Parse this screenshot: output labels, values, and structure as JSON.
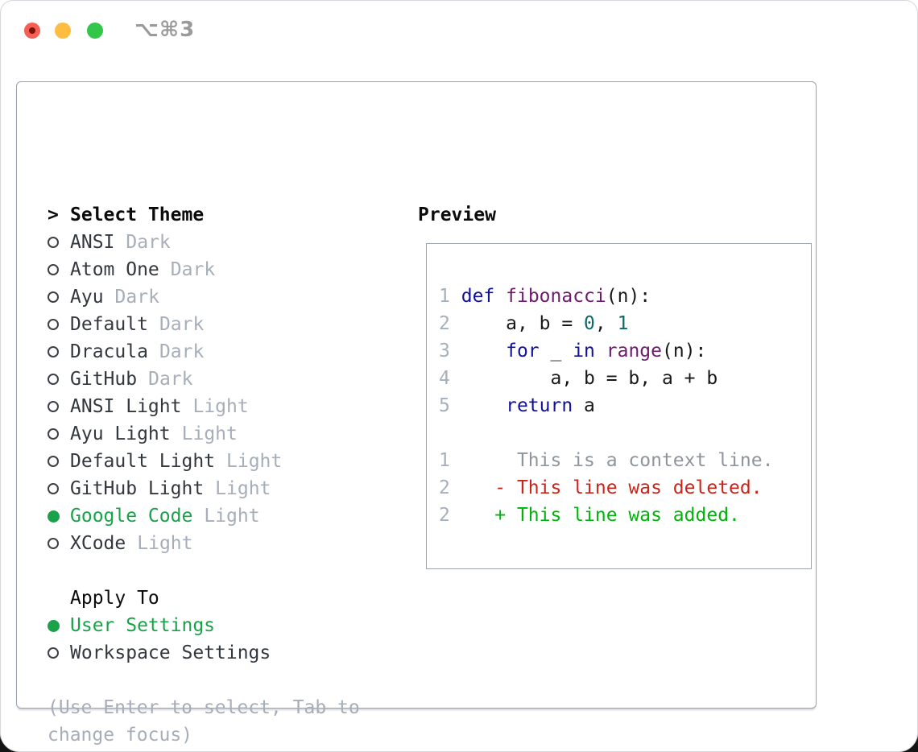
{
  "window": {
    "title": "⌥⌘3"
  },
  "colors": {
    "accent_green": "#1aa24a",
    "diff_added": "#00b40a",
    "diff_deleted": "#c9251a",
    "kw": "#10109c",
    "fn": "#6e1a6e",
    "lit": "#0e6969",
    "plain": "#17181a",
    "muted": "#a6aeb9",
    "lineno": "#a6b0bc",
    "context": "#8f959c",
    "border": "#9aa3ae",
    "text": "#33373e",
    "header": "#0b0b0b",
    "title_gray": "#9a9a9a",
    "tl_red": "#f46053",
    "tl_yellow": "#fcbd40",
    "tl_green": "#32c748"
  },
  "theme_list": {
    "header_marker": ">",
    "header": "Select Theme",
    "items": [
      {
        "label": "ANSI",
        "variant": "Dark",
        "selected": false
      },
      {
        "label": "Atom One",
        "variant": "Dark",
        "selected": false
      },
      {
        "label": "Ayu",
        "variant": "Dark",
        "selected": false
      },
      {
        "label": "Default",
        "variant": "Dark",
        "selected": false
      },
      {
        "label": "Dracula",
        "variant": "Dark",
        "selected": false
      },
      {
        "label": "GitHub",
        "variant": "Dark",
        "selected": false
      },
      {
        "label": "ANSI Light",
        "variant": "Light",
        "selected": false
      },
      {
        "label": "Ayu Light",
        "variant": "Light",
        "selected": false
      },
      {
        "label": "Default Light",
        "variant": "Light",
        "selected": false
      },
      {
        "label": "GitHub Light",
        "variant": "Light",
        "selected": false
      },
      {
        "label": "Google Code",
        "variant": "Light",
        "selected": true
      },
      {
        "label": "XCode",
        "variant": "Light",
        "selected": false
      }
    ]
  },
  "apply_to": {
    "header": "Apply To",
    "items": [
      {
        "label": "User Settings",
        "selected": true
      },
      {
        "label": "Workspace Settings",
        "selected": false
      }
    ]
  },
  "hint": "(Use Enter to select, Tab to change focus)",
  "preview": {
    "title": "Preview",
    "code_lines": [
      {
        "num": "1",
        "tokens": [
          {
            "t": "def",
            "c": "kw"
          },
          {
            "t": " ",
            "c": "pl"
          },
          {
            "t": "fibonacci",
            "c": "fn"
          },
          {
            "t": "(n):",
            "c": "pl"
          }
        ]
      },
      {
        "num": "2",
        "tokens": [
          {
            "t": "    a, b = ",
            "c": "pl"
          },
          {
            "t": "0",
            "c": "lit"
          },
          {
            "t": ", ",
            "c": "pl"
          },
          {
            "t": "1",
            "c": "lit"
          }
        ]
      },
      {
        "num": "3",
        "tokens": [
          {
            "t": "    ",
            "c": "pl"
          },
          {
            "t": "for",
            "c": "kw"
          },
          {
            "t": " _ ",
            "c": "pl"
          },
          {
            "t": "in",
            "c": "kw"
          },
          {
            "t": " ",
            "c": "pl"
          },
          {
            "t": "range",
            "c": "fn"
          },
          {
            "t": "(n):",
            "c": "pl"
          }
        ]
      },
      {
        "num": "4",
        "tokens": [
          {
            "t": "        a, b = b, a + b",
            "c": "pl"
          }
        ]
      },
      {
        "num": "5",
        "tokens": [
          {
            "t": "    ",
            "c": "pl"
          },
          {
            "t": "return",
            "c": "kw"
          },
          {
            "t": " a",
            "c": "pl"
          }
        ]
      }
    ],
    "diff_lines": [
      {
        "num": "1",
        "marker": "",
        "text": "This is a context line.",
        "type": "context"
      },
      {
        "num": "2",
        "marker": "-",
        "text": "This line was deleted.",
        "type": "deleted"
      },
      {
        "num": "2",
        "marker": "+",
        "text": "This line was added.",
        "type": "added"
      }
    ]
  }
}
